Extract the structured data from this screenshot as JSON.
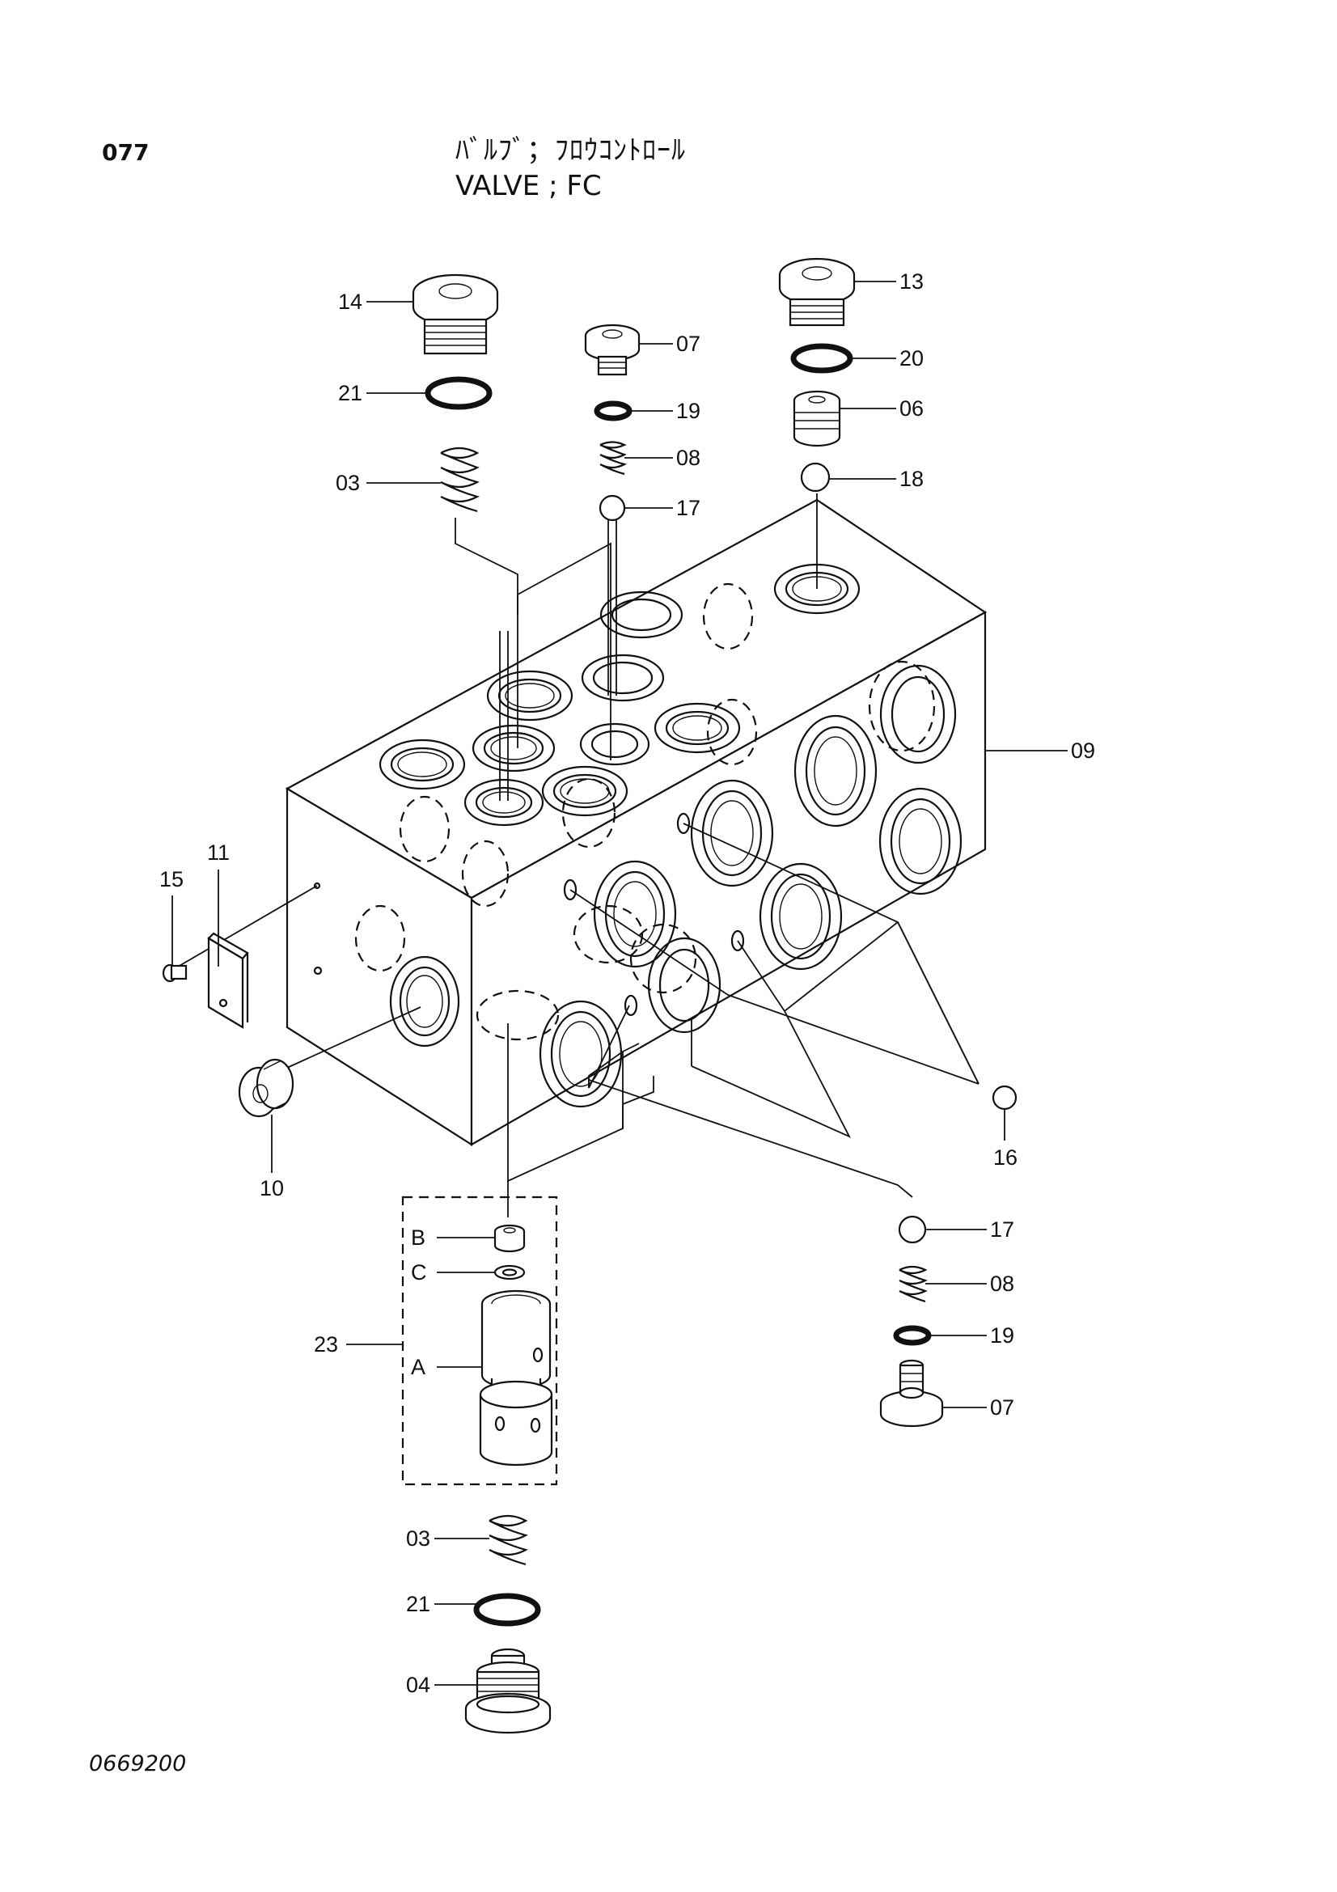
{
  "page": {
    "number": "077",
    "title_jp": "ﾊﾞﾙﾌﾞ；ﾌﾛｳｺﾝﾄﾛｰﾙ",
    "title_en": "VALVE ; FC",
    "drawing_number": "0669200"
  },
  "callouts": {
    "c14": "14",
    "c21a": "21",
    "c03a": "03",
    "c07a": "07",
    "c19a": "19",
    "c08a": "08",
    "c17a": "17",
    "c13": "13",
    "c20": "20",
    "c06": "06",
    "c18": "18",
    "c09": "09",
    "c11": "11",
    "c15": "15",
    "c10": "10",
    "c16": "16",
    "c17b": "17",
    "c08b": "08",
    "c19b": "19",
    "c07b": "07",
    "cB": "B",
    "cC": "C",
    "cA": "A",
    "c23": "23",
    "c03b": "03",
    "c21b": "21",
    "c04": "04"
  },
  "icons": {
    "valve_block": "valve-block-icon",
    "plug": "plug-icon",
    "o_ring": "o-ring-icon",
    "spring": "spring-icon",
    "ball": "ball-icon",
    "spool": "spool-icon"
  }
}
